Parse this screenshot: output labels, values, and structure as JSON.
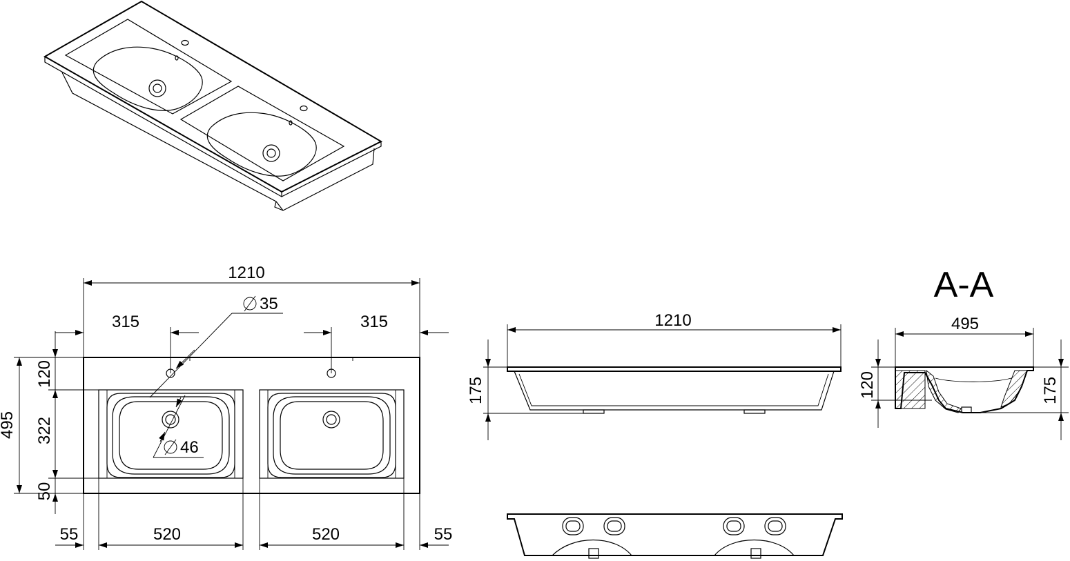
{
  "section_title": "A-A",
  "top_view": {
    "overall_width": "1210",
    "faucet_hole_diameter": "35",
    "drain_diameter": "46",
    "hole_offset_left": "315",
    "hole_offset_right": "315",
    "overall_depth": "495",
    "rim_depth": "120",
    "bowl_depth": "322",
    "front_margin": "50",
    "side_margin_left": "55",
    "bowl_width_left": "520",
    "bowl_width_right": "520",
    "side_margin_right": "55"
  },
  "front_view": {
    "overall_width": "1210",
    "overall_height": "175"
  },
  "section_view": {
    "depth": "495",
    "height": "175",
    "inner_height": "120"
  }
}
